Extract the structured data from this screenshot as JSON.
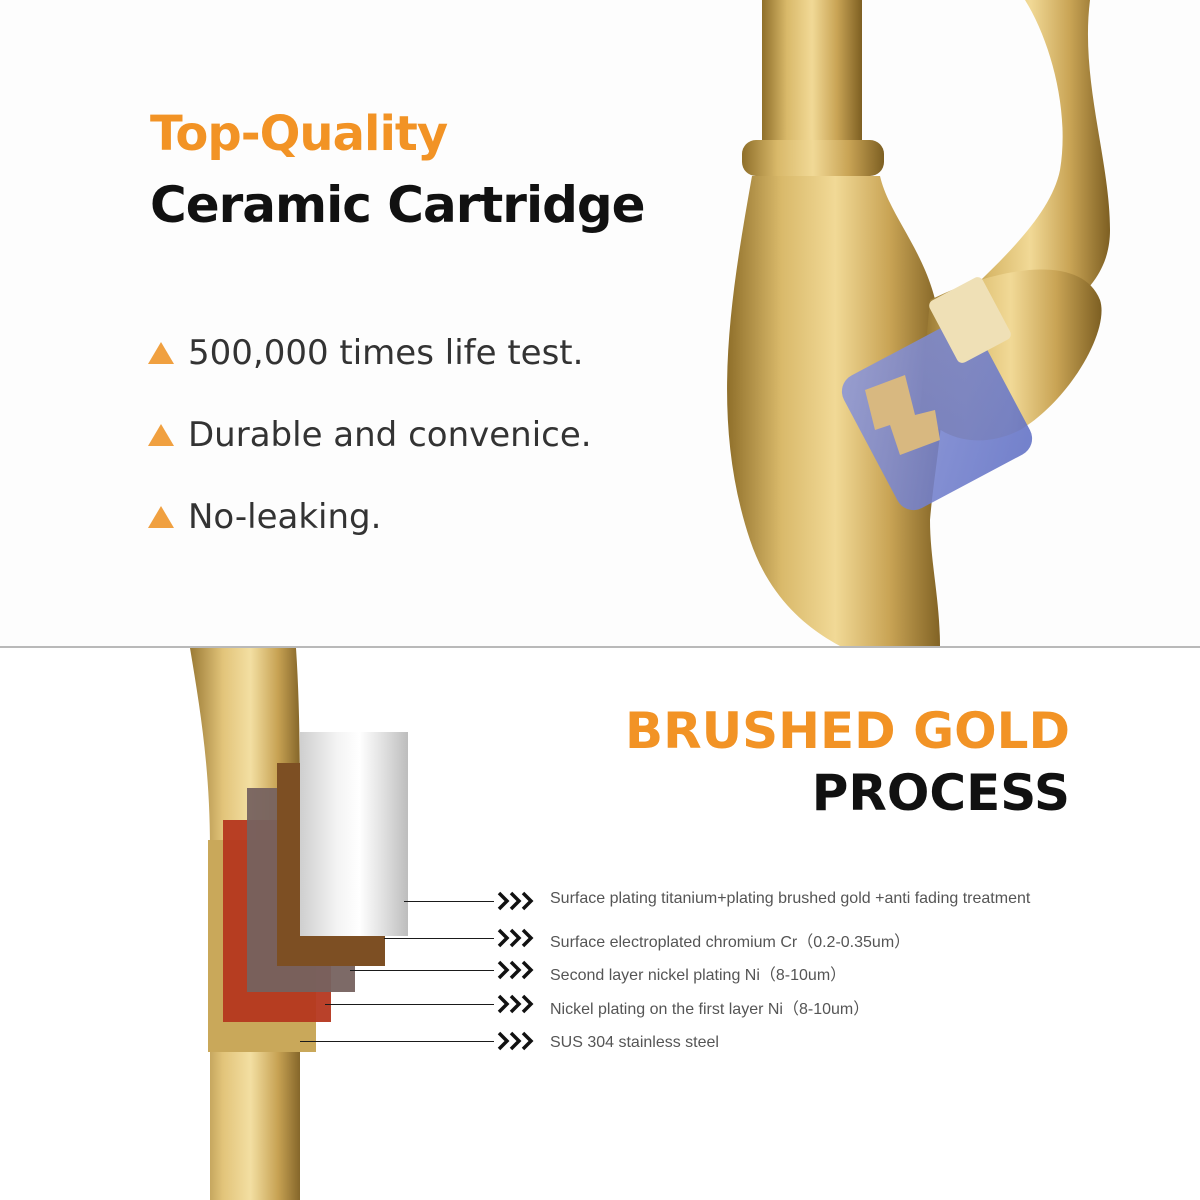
{
  "cartridge": {
    "title_line1": "Top-Quality",
    "title_line2": "Ceramic Cartridge",
    "features": [
      "500,000 times life test.",
      "Durable and convenice.",
      "No-leaking."
    ]
  },
  "finish": {
    "title_line1": "BRUSHED GOLD",
    "title_line2": "PROCESS",
    "layers": [
      "Surface plating titanium+plating brushed gold +anti fading treatment",
      "Surface electroplated chromium Cr（0.2-0.35um）",
      "Second layer nickel plating Ni（8-10um）",
      "Nickel plating on the first layer Ni（8-10um）",
      "SUS 304 stainless steel"
    ]
  },
  "colors": {
    "accent": "#f29325",
    "heading": "#111111",
    "bullet": "#f0a040",
    "gold": "#c9a85a"
  },
  "icons": {
    "bullet": "triangle-bullet-icon",
    "pointer": "triple-chevron-icon"
  }
}
